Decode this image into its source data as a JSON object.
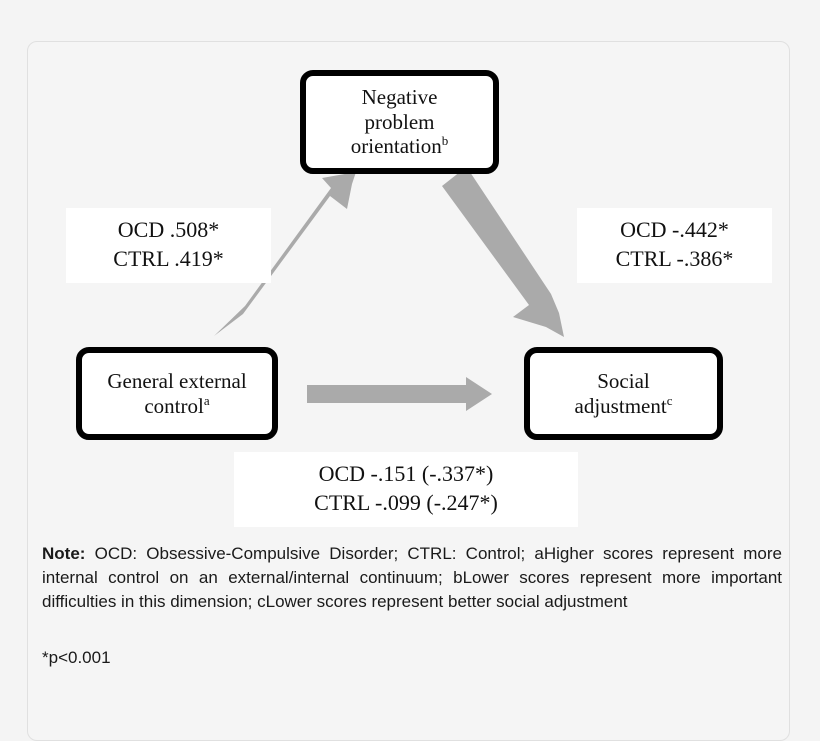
{
  "figure": {
    "type": "path-diagram",
    "arrow_color": "#aaaaaa",
    "node_border_color": "#000000",
    "node_fill": "#ffffff",
    "background": "#f4f4f4"
  },
  "nodes": {
    "npo": {
      "line1": "Negative",
      "line2": "problem",
      "line3": "orientation",
      "superscript": "b"
    },
    "gec": {
      "line1": "General external",
      "line2": "control",
      "superscript": "a"
    },
    "sa": {
      "line1": "Social",
      "line2": "adjustment",
      "superscript": "c"
    }
  },
  "paths": {
    "gec_to_npo": {
      "ocd": "OCD .508*",
      "ctrl": "CTRL .419*"
    },
    "npo_to_sa": {
      "ocd": "OCD -.442*",
      "ctrl": "CTRL -.386*"
    },
    "gec_to_sa": {
      "ocd": "OCD -.151 (-.337*)",
      "ctrl": "CTRL -.099 (-.247*)"
    }
  },
  "note": {
    "label": "Note:",
    "body": "OCD: Obsessive-Compulsive Disorder; CTRL: Control; aHigher scores represent more internal control on an external/internal continuum; bLower scores represent more important difficulties in this dimension; cLower scores represent better social adjustment",
    "significance": "*p<0.001"
  }
}
